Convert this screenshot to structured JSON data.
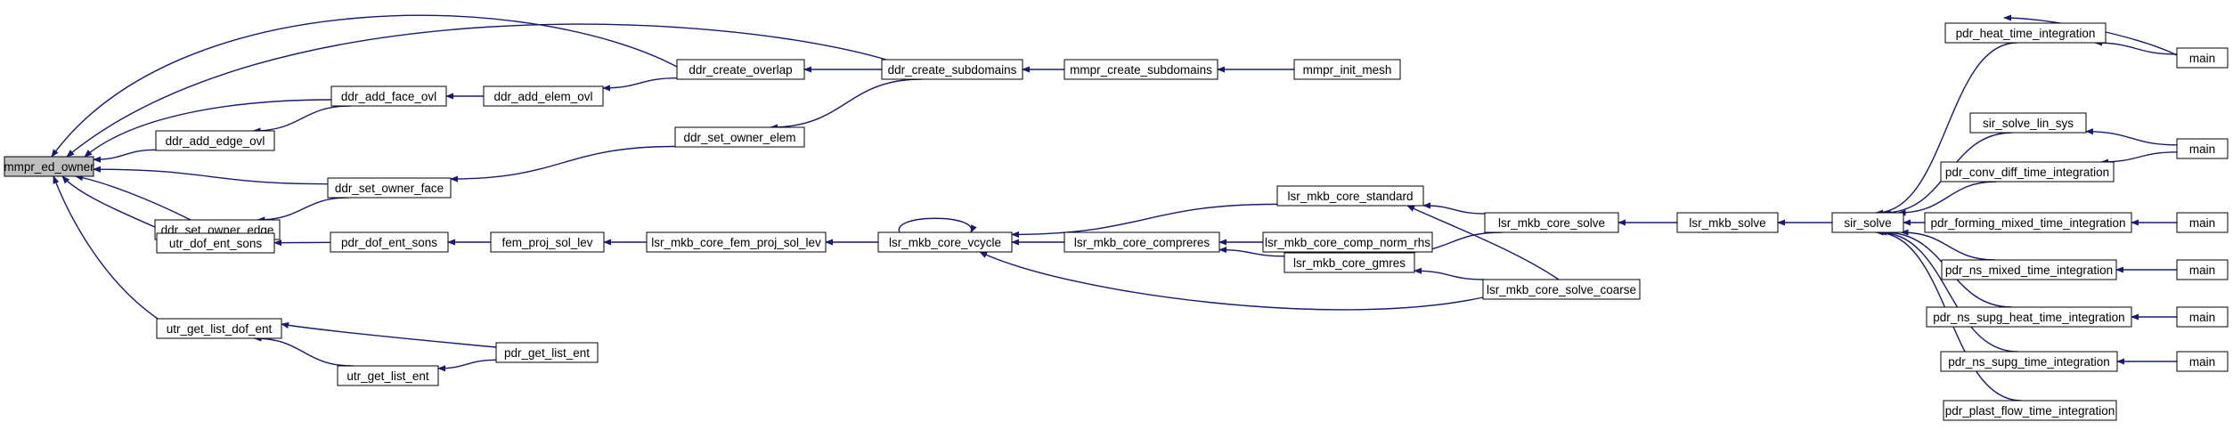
{
  "graph": {
    "edge_color": "#191970",
    "root_fill": "#bfbfbf",
    "node_fill": "#ffffff",
    "nodes": [
      {
        "id": "mmpr_ed_owner",
        "label": "mmpr_ed_owner",
        "root": true
      },
      {
        "id": "ddr_add_edge_ovl",
        "label": "ddr_add_edge_ovl"
      },
      {
        "id": "ddr_add_face_ovl",
        "label": "ddr_add_face_ovl"
      },
      {
        "id": "ddr_add_elem_ovl",
        "label": "ddr_add_elem_ovl"
      },
      {
        "id": "ddr_create_overlap",
        "label": "ddr_create_overlap"
      },
      {
        "id": "ddr_create_subdomains",
        "label": "ddr_create_subdomains"
      },
      {
        "id": "mmpr_create_subdomains",
        "label": "mmpr_create_subdomains"
      },
      {
        "id": "mmpr_init_mesh",
        "label": "mmpr_init_mesh"
      },
      {
        "id": "ddr_set_owner_face",
        "label": "ddr_set_owner_face"
      },
      {
        "id": "ddr_set_owner_elem",
        "label": "ddr_set_owner_elem"
      },
      {
        "id": "ddr_set_owner_edge",
        "label": "ddr_set_owner_edge"
      },
      {
        "id": "utr_dof_ent_sons",
        "label": "utr_dof_ent_sons"
      },
      {
        "id": "pdr_dof_ent_sons",
        "label": "pdr_dof_ent_sons"
      },
      {
        "id": "fem_proj_sol_lev",
        "label": "fem_proj_sol_lev"
      },
      {
        "id": "lsr_mkb_core_fem_proj_sol_lev",
        "label": "lsr_mkb_core_fem_proj_sol_lev"
      },
      {
        "id": "lsr_mkb_core_vcycle",
        "label": "lsr_mkb_core_vcycle"
      },
      {
        "id": "lsr_mkb_core_standard",
        "label": "lsr_mkb_core_standard"
      },
      {
        "id": "lsr_mkb_core_compreres",
        "label": "lsr_mkb_core_compreres"
      },
      {
        "id": "lsr_mkb_core_comp_norm_rhs",
        "label": "lsr_mkb_core_comp_norm_rhs"
      },
      {
        "id": "lsr_mkb_core_gmres",
        "label": "lsr_mkb_core_gmres"
      },
      {
        "id": "lsr_mkb_core_solve",
        "label": "lsr_mkb_core_solve"
      },
      {
        "id": "lsr_mkb_core_solve_coarse",
        "label": "lsr_mkb_core_solve_coarse"
      },
      {
        "id": "lsr_mkb_solve",
        "label": "lsr_mkb_solve"
      },
      {
        "id": "sir_solve",
        "label": "sir_solve"
      },
      {
        "id": "pdr_heat_time_integration",
        "label": "pdr_heat_time_integration"
      },
      {
        "id": "sir_solve_lin_sys",
        "label": "sir_solve_lin_sys"
      },
      {
        "id": "pdr_conv_diff_time_integration",
        "label": "pdr_conv_diff_time_integration"
      },
      {
        "id": "pdr_forming_mixed_time_integration",
        "label": "pdr_forming_mixed_time_integration"
      },
      {
        "id": "pdr_ns_mixed_time_integration",
        "label": "pdr_ns_mixed_time_integration"
      },
      {
        "id": "pdr_ns_supg_heat_time_integration",
        "label": "pdr_ns_supg_heat_time_integration"
      },
      {
        "id": "pdr_ns_supg_time_integration",
        "label": "pdr_ns_supg_time_integration"
      },
      {
        "id": "pdr_plast_flow_time_integration",
        "label": "pdr_plast_flow_time_integration"
      },
      {
        "id": "main_1",
        "label": "main"
      },
      {
        "id": "main_2",
        "label": "main"
      },
      {
        "id": "main_3",
        "label": "main"
      },
      {
        "id": "main_4",
        "label": "main"
      },
      {
        "id": "main_5",
        "label": "main"
      },
      {
        "id": "main_6",
        "label": "main"
      },
      {
        "id": "utr_get_list_dof_ent",
        "label": "utr_get_list_dof_ent"
      },
      {
        "id": "utr_get_list_ent",
        "label": "utr_get_list_ent"
      },
      {
        "id": "pdr_get_list_ent",
        "label": "pdr_get_list_ent"
      }
    ],
    "edges": [
      [
        "ddr_add_edge_ovl",
        "mmpr_ed_owner"
      ],
      [
        "ddr_add_face_ovl",
        "mmpr_ed_owner"
      ],
      [
        "ddr_create_overlap",
        "mmpr_ed_owner"
      ],
      [
        "ddr_create_subdomains",
        "mmpr_ed_owner"
      ],
      [
        "ddr_set_owner_face",
        "mmpr_ed_owner"
      ],
      [
        "ddr_set_owner_edge",
        "mmpr_ed_owner"
      ],
      [
        "utr_dof_ent_sons",
        "mmpr_ed_owner"
      ],
      [
        "utr_get_list_dof_ent",
        "mmpr_ed_owner"
      ],
      [
        "ddr_add_face_ovl",
        "ddr_add_edge_ovl"
      ],
      [
        "ddr_add_elem_ovl",
        "ddr_add_face_ovl"
      ],
      [
        "ddr_create_overlap",
        "ddr_add_elem_ovl"
      ],
      [
        "ddr_create_subdomains",
        "ddr_create_overlap"
      ],
      [
        "mmpr_create_subdomains",
        "ddr_create_subdomains"
      ],
      [
        "mmpr_init_mesh",
        "mmpr_create_subdomains"
      ],
      [
        "ddr_set_owner_elem",
        "ddr_set_owner_face"
      ],
      [
        "ddr_create_subdomains",
        "ddr_set_owner_elem"
      ],
      [
        "ddr_set_owner_face",
        "ddr_set_owner_edge"
      ],
      [
        "pdr_dof_ent_sons",
        "utr_dof_ent_sons"
      ],
      [
        "fem_proj_sol_lev",
        "pdr_dof_ent_sons"
      ],
      [
        "lsr_mkb_core_fem_proj_sol_lev",
        "fem_proj_sol_lev"
      ],
      [
        "lsr_mkb_core_vcycle",
        "lsr_mkb_core_fem_proj_sol_lev"
      ],
      [
        "lsr_mkb_core_vcycle",
        "lsr_mkb_core_vcycle"
      ],
      [
        "lsr_mkb_core_standard",
        "lsr_mkb_core_vcycle"
      ],
      [
        "lsr_mkb_core_compreres",
        "lsr_mkb_core_vcycle"
      ],
      [
        "lsr_mkb_core_solve_coarse",
        "lsr_mkb_core_vcycle"
      ],
      [
        "lsr_mkb_core_comp_norm_rhs",
        "lsr_mkb_core_compreres"
      ],
      [
        "lsr_mkb_core_gmres",
        "lsr_mkb_core_compreres"
      ],
      [
        "lsr_mkb_core_solve",
        "lsr_mkb_core_standard"
      ],
      [
        "lsr_mkb_core_solve_coarse",
        "lsr_mkb_core_standard"
      ],
      [
        "lsr_mkb_core_solve",
        "lsr_mkb_core_gmres"
      ],
      [
        "lsr_mkb_core_solve_coarse",
        "lsr_mkb_core_gmres"
      ],
      [
        "lsr_mkb_solve",
        "lsr_mkb_core_solve"
      ],
      [
        "sir_solve",
        "lsr_mkb_solve"
      ],
      [
        "pdr_heat_time_integration",
        "sir_solve"
      ],
      [
        "sir_solve_lin_sys",
        "sir_solve"
      ],
      [
        "pdr_conv_diff_time_integration",
        "sir_solve"
      ],
      [
        "pdr_forming_mixed_time_integration",
        "sir_solve"
      ],
      [
        "pdr_ns_mixed_time_integration",
        "sir_solve"
      ],
      [
        "pdr_ns_supg_heat_time_integration",
        "sir_solve"
      ],
      [
        "pdr_ns_supg_time_integration",
        "sir_solve"
      ],
      [
        "pdr_plast_flow_time_integration",
        "sir_solve"
      ],
      [
        "main_1",
        "pdr_heat_time_integration"
      ],
      [
        "main_2",
        "sir_solve_lin_sys"
      ],
      [
        "main_2",
        "pdr_conv_diff_time_integration"
      ],
      [
        "main_3",
        "pdr_forming_mixed_time_integration"
      ],
      [
        "main_4",
        "pdr_ns_mixed_time_integration"
      ],
      [
        "main_5",
        "pdr_ns_supg_heat_time_integration"
      ],
      [
        "main_6",
        "pdr_ns_supg_time_integration"
      ],
      [
        "main_1",
        "ddr_create_subdomains"
      ],
      [
        "utr_get_list_ent",
        "utr_get_list_dof_ent"
      ],
      [
        "pdr_get_list_ent",
        "utr_get_list_dof_ent"
      ],
      [
        "pdr_get_list_ent",
        "utr_get_list_ent"
      ]
    ]
  }
}
